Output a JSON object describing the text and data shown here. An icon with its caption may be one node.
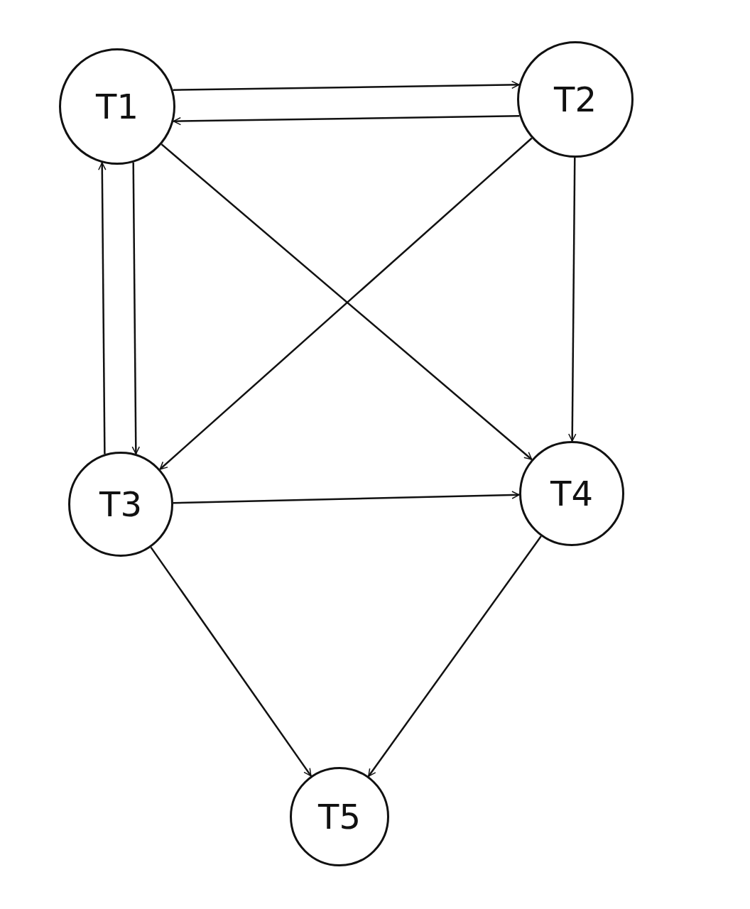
{
  "diagram": {
    "nodes": [
      {
        "text": [
          "T1"
        ]
      },
      {
        "text": [
          "T2"
        ]
      },
      {
        "text": [
          "T3"
        ]
      },
      {
        "text": [
          "T4"
        ]
      },
      {
        "text": [
          "T5"
        ]
      }
    ],
    "edges": [
      {
        "from": 0,
        "to": 1,
        "arrow": "to"
      },
      {
        "from": 1,
        "to": 0,
        "arrow": "to"
      },
      {
        "from": 0,
        "to": 2,
        "arrow": "to"
      },
      {
        "from": 2,
        "to": 0,
        "arrow": "to"
      },
      {
        "from": 0,
        "to": 3,
        "arrow": "to"
      },
      {
        "from": 1,
        "to": 2,
        "arrow": "to"
      },
      {
        "from": 1,
        "to": 3,
        "arrow": "to"
      },
      {
        "from": 2,
        "to": 3,
        "arrow": "to"
      },
      {
        "from": 2,
        "to": 4,
        "arrow": "to"
      },
      {
        "from": 3,
        "to": 4,
        "arrow": "to"
      }
    ]
  }
}
